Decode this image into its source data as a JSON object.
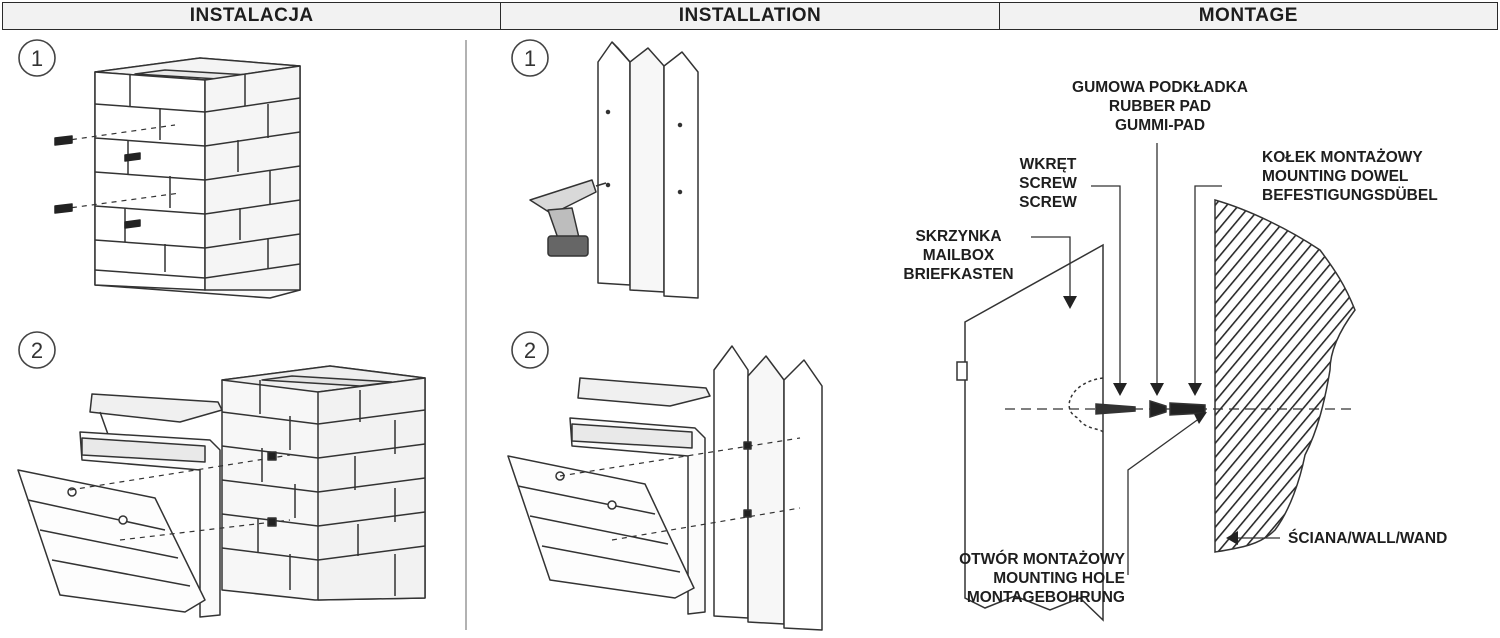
{
  "header": {
    "col_pl": "INSTALACJA",
    "col_en": "INSTALLATION",
    "col_de": "MONTAGE"
  },
  "steps": {
    "left_1": "1",
    "left_2": "2",
    "mid_1": "1",
    "mid_2": "2"
  },
  "labels": {
    "rubber_pad": [
      "GUMOWA PODKŁADKA",
      "RUBBER PAD",
      "GUMMI-PAD"
    ],
    "screw": [
      "WKRĘT",
      "SCREW",
      "SCREW"
    ],
    "dowel": [
      "KOŁEK MONTAŻOWY",
      "MOUNTING DOWEL",
      "BEFESTIGUNGSDÜBEL"
    ],
    "mailbox": [
      "SKRZYNKA",
      "MAILBOX",
      "BRIEFKASTEN"
    ],
    "wall": "ŚCIANA/WALL/WAND",
    "mounting_hole": [
      "OTWÓR MONTAŻOWY",
      "MOUNTING HOLE",
      "MONTAGEBOHRUNG"
    ]
  }
}
